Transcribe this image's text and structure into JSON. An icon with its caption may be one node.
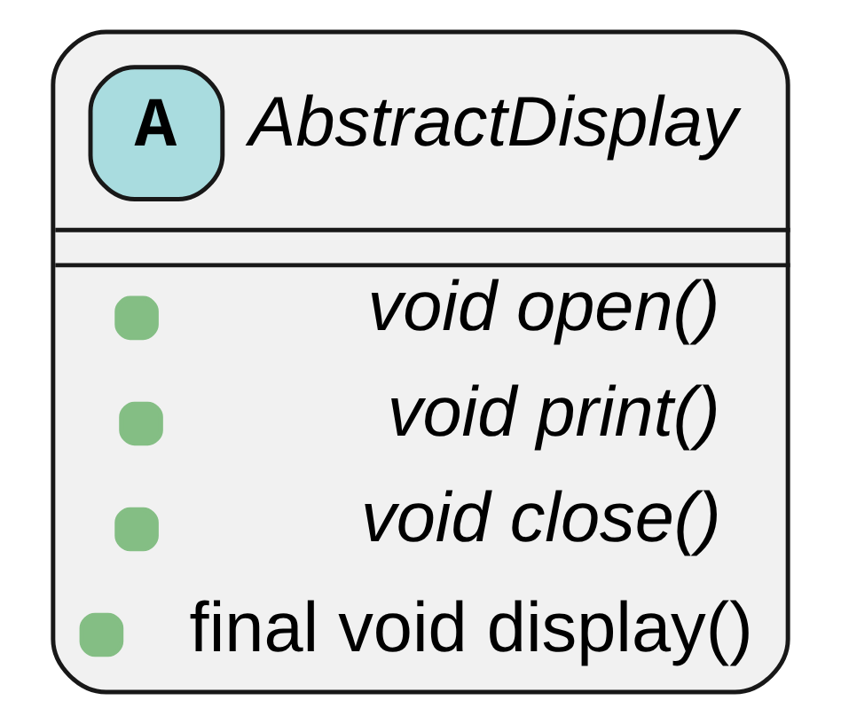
{
  "diagram": {
    "nodes": [
      {
        "text": [
          "A",
          "AbstractDisplay",
          "void open()",
          "void print()",
          "void close()",
          "final void display()"
        ]
      }
    ],
    "edges": []
  }
}
